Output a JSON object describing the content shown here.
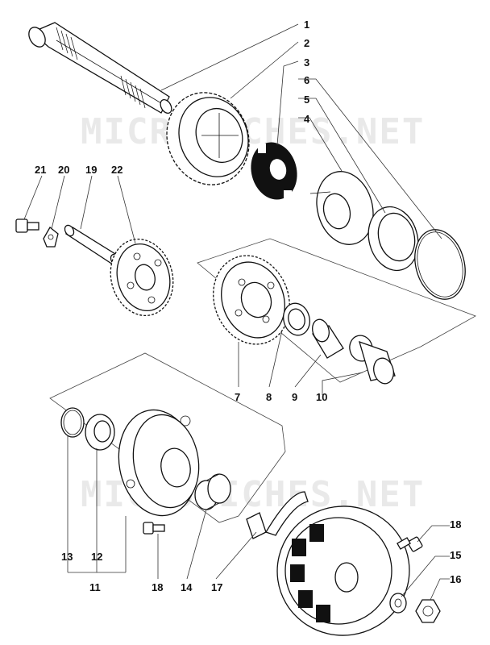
{
  "watermark": {
    "top": "MICROFICHES.NET",
    "bottom": "MICROFICHES.NET"
  },
  "callouts": [
    {
      "id": "c1",
      "label": "1"
    },
    {
      "id": "c2",
      "label": "2"
    },
    {
      "id": "c3",
      "label": "3"
    },
    {
      "id": "c4",
      "label": "4"
    },
    {
      "id": "c5",
      "label": "5"
    },
    {
      "id": "c6",
      "label": "6"
    },
    {
      "id": "c7",
      "label": "7"
    },
    {
      "id": "c8",
      "label": "8"
    },
    {
      "id": "c9",
      "label": "9"
    },
    {
      "id": "c10",
      "label": "10"
    },
    {
      "id": "c11",
      "label": "11"
    },
    {
      "id": "c12",
      "label": "12"
    },
    {
      "id": "c13",
      "label": "13"
    },
    {
      "id": "c14",
      "label": "14"
    },
    {
      "id": "c15",
      "label": "15"
    },
    {
      "id": "c16",
      "label": "16"
    },
    {
      "id": "c17",
      "label": "17"
    },
    {
      "id": "c18a",
      "label": "18"
    },
    {
      "id": "c18b",
      "label": "18"
    },
    {
      "id": "c19",
      "label": "19"
    },
    {
      "id": "c20",
      "label": "20"
    },
    {
      "id": "c21",
      "label": "21"
    },
    {
      "id": "c22",
      "label": "22"
    }
  ]
}
